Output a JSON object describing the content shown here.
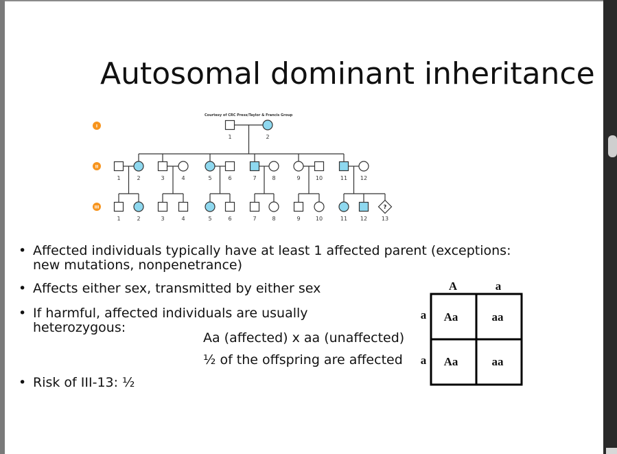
{
  "slide": {
    "title": "Autosomal dominant inheritance"
  },
  "pedigree": {
    "credit": "Courtesy of CRC Press/Taylor & Francis Group",
    "generations": [
      "I",
      "II",
      "III"
    ],
    "generation_badge_color": "#f7941d",
    "affected_color": "#8ed8ef",
    "generation_I": [
      {
        "id": "1",
        "sex": "male",
        "affected": false
      },
      {
        "id": "2",
        "sex": "female",
        "affected": true
      }
    ],
    "generation_II": [
      {
        "id": "1",
        "sex": "male",
        "affected": false
      },
      {
        "id": "2",
        "sex": "female",
        "affected": true
      },
      {
        "id": "3",
        "sex": "male",
        "affected": false
      },
      {
        "id": "4",
        "sex": "female",
        "affected": false
      },
      {
        "id": "5",
        "sex": "female",
        "affected": true
      },
      {
        "id": "6",
        "sex": "male",
        "affected": false
      },
      {
        "id": "7",
        "sex": "male",
        "affected": true
      },
      {
        "id": "8",
        "sex": "female",
        "affected": false
      },
      {
        "id": "9",
        "sex": "female",
        "affected": false
      },
      {
        "id": "10",
        "sex": "male",
        "affected": false
      },
      {
        "id": "11",
        "sex": "male",
        "affected": true
      },
      {
        "id": "12",
        "sex": "female",
        "affected": false
      }
    ],
    "generation_III": [
      {
        "id": "1",
        "sex": "male",
        "affected": false
      },
      {
        "id": "2",
        "sex": "female",
        "affected": true
      },
      {
        "id": "3",
        "sex": "male",
        "affected": false
      },
      {
        "id": "4",
        "sex": "male",
        "affected": false
      },
      {
        "id": "5",
        "sex": "female",
        "affected": true
      },
      {
        "id": "6",
        "sex": "male",
        "affected": false
      },
      {
        "id": "7",
        "sex": "male",
        "affected": false
      },
      {
        "id": "8",
        "sex": "female",
        "affected": false
      },
      {
        "id": "9",
        "sex": "male",
        "affected": false
      },
      {
        "id": "10",
        "sex": "female",
        "affected": false
      },
      {
        "id": "11",
        "sex": "female",
        "affected": true
      },
      {
        "id": "12",
        "sex": "male",
        "affected": true
      },
      {
        "id": "13",
        "sex": "unknown",
        "affected": false,
        "mark": "?"
      }
    ]
  },
  "bullets": {
    "bullet_char": "•",
    "b1": "Affected individuals typically have at least 1 affected parent (exceptions: new mutations, nonpenetrance)",
    "b2": "Affects either sex, transmitted by either sex",
    "b3": "If harmful, affected individuals are usually heterozygous:",
    "cross": "Aa (affected) x aa (unaffected)",
    "offspring": "½ of the offspring are affected",
    "b4": "Risk of III-13: ½"
  },
  "punnett": {
    "col_headers": [
      "A",
      "a"
    ],
    "row_headers": [
      "a",
      "a"
    ],
    "cells": [
      [
        "Aa",
        "aa"
      ],
      [
        "Aa",
        "aa"
      ]
    ]
  }
}
